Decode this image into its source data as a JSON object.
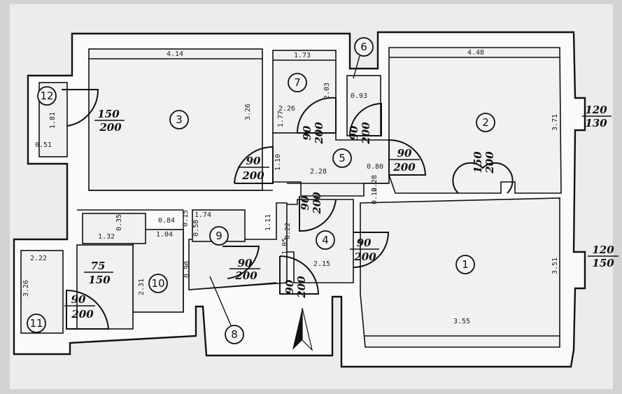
{
  "rooms": [
    {
      "id": "1",
      "label": "1"
    },
    {
      "id": "2",
      "label": "2"
    },
    {
      "id": "3",
      "label": "3"
    },
    {
      "id": "4",
      "label": "4"
    },
    {
      "id": "5",
      "label": "5"
    },
    {
      "id": "6",
      "label": "6"
    },
    {
      "id": "7",
      "label": "7"
    },
    {
      "id": "8",
      "label": "8"
    },
    {
      "id": "9",
      "label": "9"
    },
    {
      "id": "10",
      "label": "10"
    },
    {
      "id": "11",
      "label": "11"
    },
    {
      "id": "12",
      "label": "12"
    }
  ],
  "doors": [
    {
      "w": "150",
      "h": "200"
    },
    {
      "w": "90",
      "h": "200"
    },
    {
      "w": "90",
      "h": "200"
    },
    {
      "w": "90",
      "h": "200"
    },
    {
      "w": "90",
      "h": "200"
    },
    {
      "w": "90",
      "h": "200"
    },
    {
      "w": "90",
      "h": "200"
    },
    {
      "w": "150",
      "h": "200"
    },
    {
      "w": "90",
      "h": "200"
    },
    {
      "w": "90",
      "h": "200"
    },
    {
      "w": "75",
      "h": "150"
    },
    {
      "w": "90",
      "h": "200"
    }
  ],
  "windows": [
    {
      "w": "120",
      "h": "130"
    },
    {
      "w": "120",
      "h": "150"
    }
  ],
  "dimensions": [
    "4.14",
    "1.73",
    "4.48",
    "3.26",
    "2.03",
    "2.26",
    "0.93",
    "1.81",
    "2.28",
    "1.10",
    "0.80",
    "0.28",
    "1.74",
    "0.35",
    "1.32",
    "1.04",
    "0.58",
    "0.90",
    "1.11",
    "0.22",
    "1.05",
    "2.15",
    "3.71",
    "3.51",
    "3.55",
    "2.31",
    "0.84",
    "0.51",
    "2.22",
    "3.26",
    "0.12",
    "0.15",
    "1.77"
  ]
}
